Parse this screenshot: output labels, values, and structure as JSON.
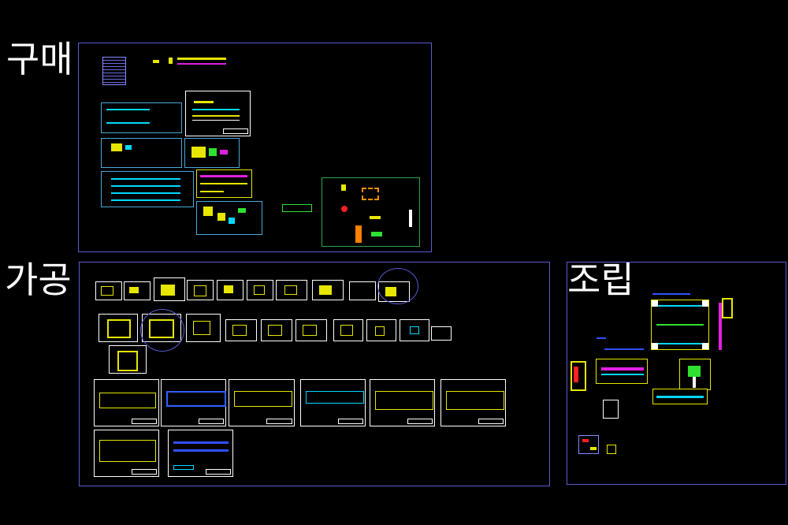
{
  "labels": {
    "purchase": "구매",
    "machining": "가공",
    "assembly": "조립"
  },
  "colors": {
    "background": "#000000",
    "frame": "#5a5ad0",
    "accent_yellow": "#e6e600",
    "accent_cyan": "#00d8ff",
    "accent_magenta": "#e020e0"
  }
}
